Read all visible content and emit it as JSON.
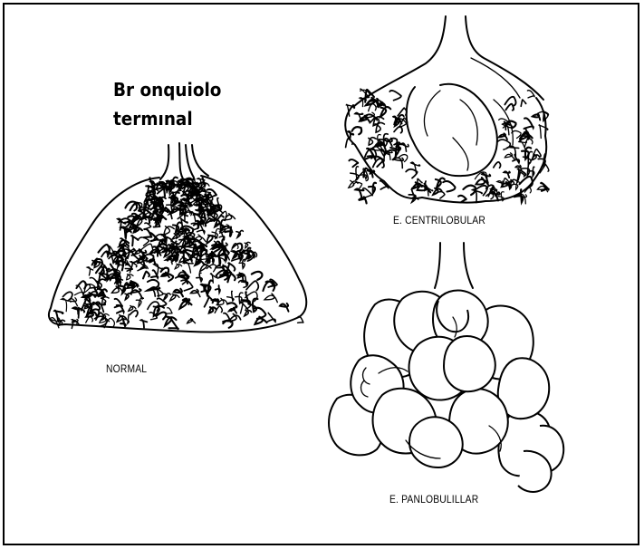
{
  "labels": {
    "title_line1": "Br onquiolo",
    "title_line2": "termınal",
    "normal": "NORMAL",
    "centrilobular": "E. CENTRILOBULAR",
    "panlobulillar": "E. PANLOBULILLAR"
  },
  "colors": {
    "ink": "#000000",
    "background": "#ffffff"
  }
}
